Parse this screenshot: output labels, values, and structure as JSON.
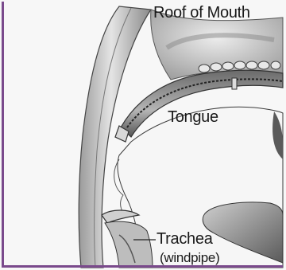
{
  "labels": {
    "roof_of_mouth": "Roof of Mouth",
    "tongue": "Tongue",
    "trachea": "Trachea",
    "windpipe": "(windpipe)"
  },
  "colors": {
    "frame_border": "#7a4a8c",
    "background": "#f7f7f7"
  }
}
